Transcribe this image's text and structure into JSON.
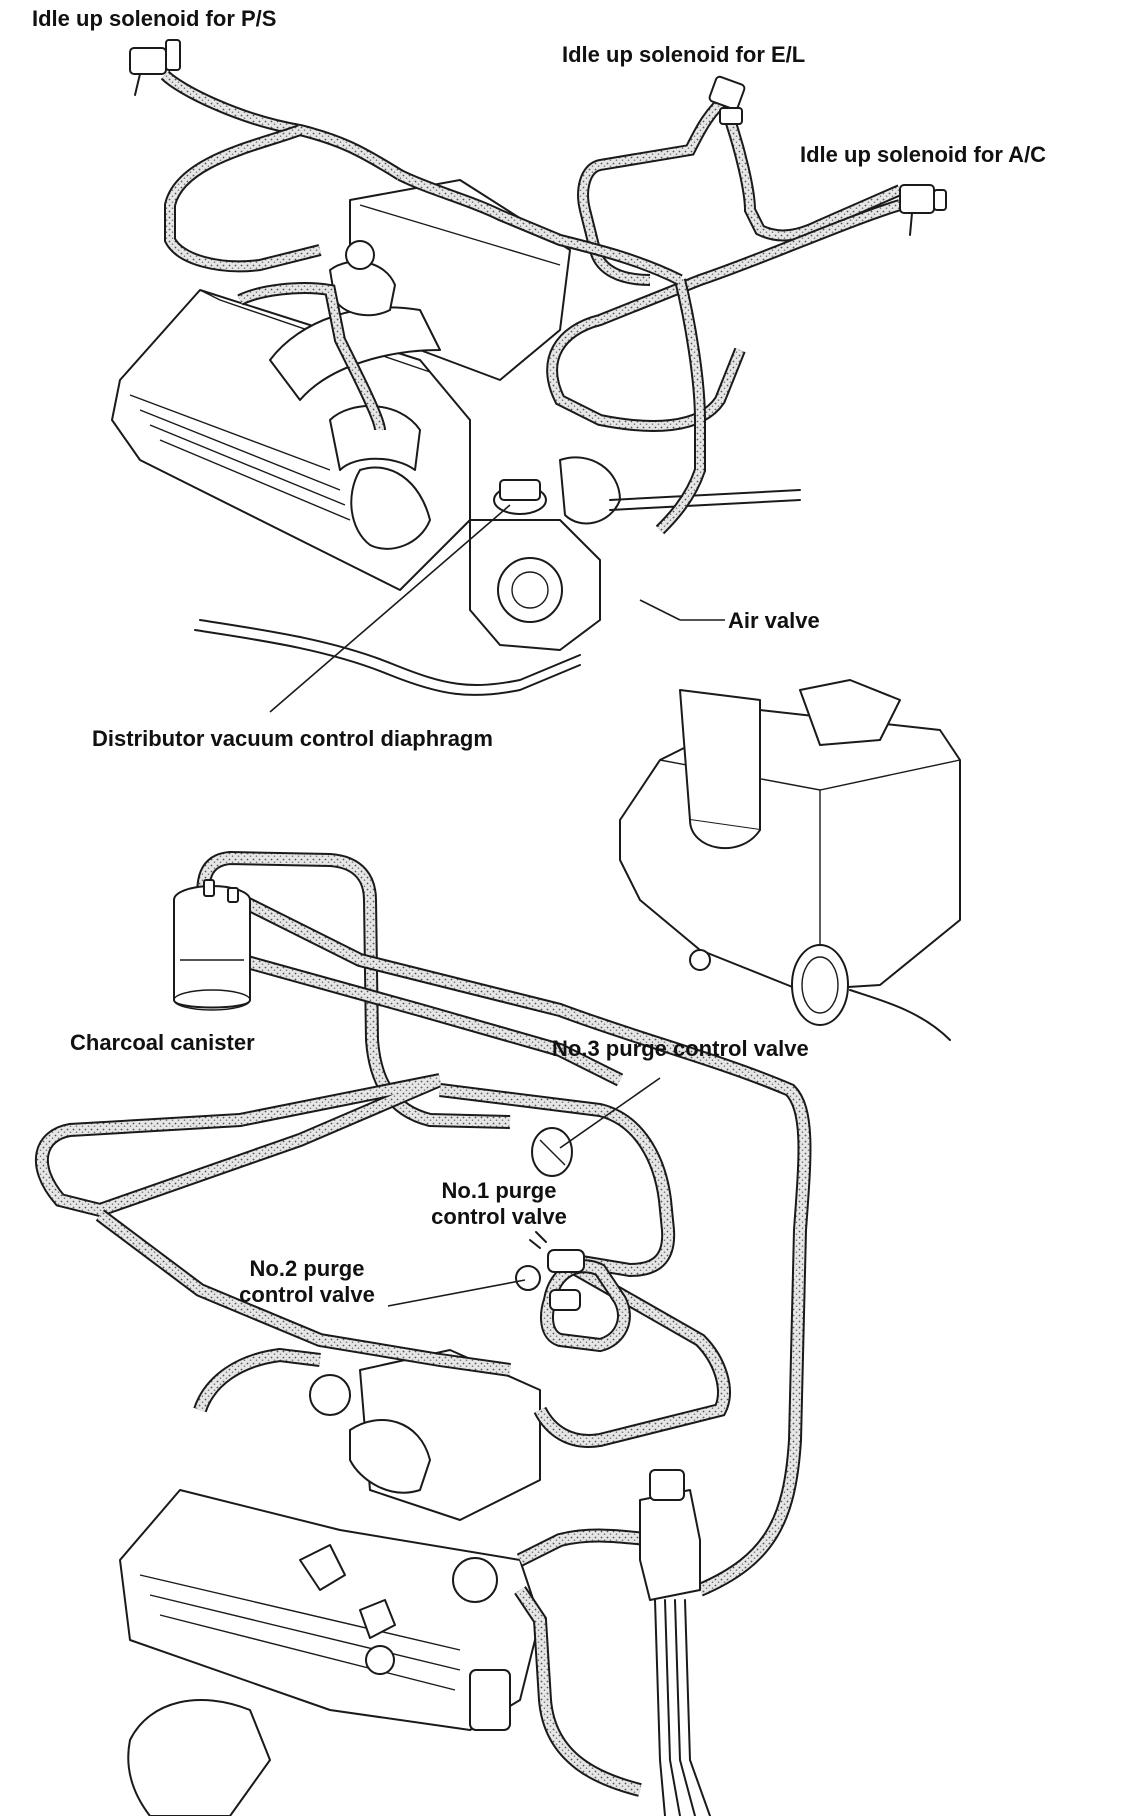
{
  "labels": {
    "idle_ps": "Idle up solenoid for P/S",
    "idle_el": "Idle up solenoid for E/L",
    "idle_ac": "Idle up solenoid for A/C",
    "air_valve": "Air valve",
    "distributor": "Distributor vacuum control diaphragm",
    "charcoal": "Charcoal canister",
    "purge3": "No.3 purge control valve",
    "purge1_line1": "No.1 purge",
    "purge1_line2": "control valve",
    "purge2_line1": "No.2 purge",
    "purge2_line2": "control valve"
  },
  "colors": {
    "ink": "#1a1a1a",
    "hose_fill": "#d9d9d9",
    "paper": "#ffffff"
  }
}
